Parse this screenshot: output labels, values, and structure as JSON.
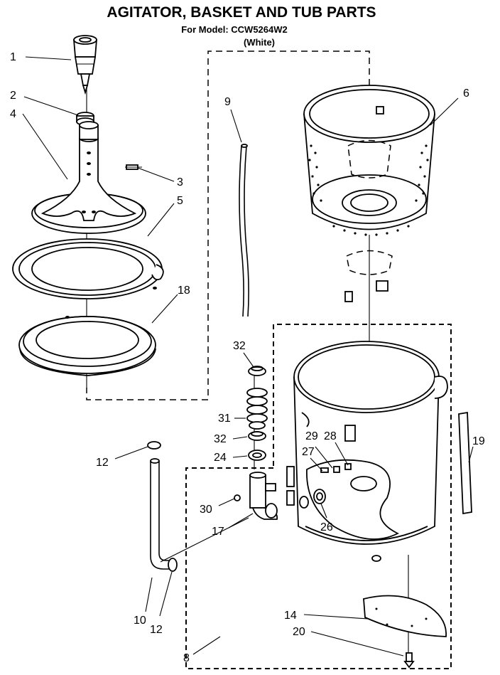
{
  "header": {
    "title": "AGITATOR, BASKET AND TUB PARTS",
    "model_line": "For Model: CCW5264W2",
    "color_line": "(White)"
  },
  "callouts": {
    "c1": "1",
    "c2": "2",
    "c3": "3",
    "c4": "4",
    "c5": "5",
    "c6": "6",
    "c8": "8",
    "c9": "9",
    "c10": "10",
    "c12a": "12",
    "c12b": "12",
    "c14": "14",
    "c17": "17",
    "c18": "18",
    "c19": "19",
    "c20": "20",
    "c24": "24",
    "c26": "26",
    "c27": "27",
    "c28": "28",
    "c29": "29",
    "c30": "30",
    "c31": "31",
    "c32a": "32",
    "c32b": "32"
  }
}
